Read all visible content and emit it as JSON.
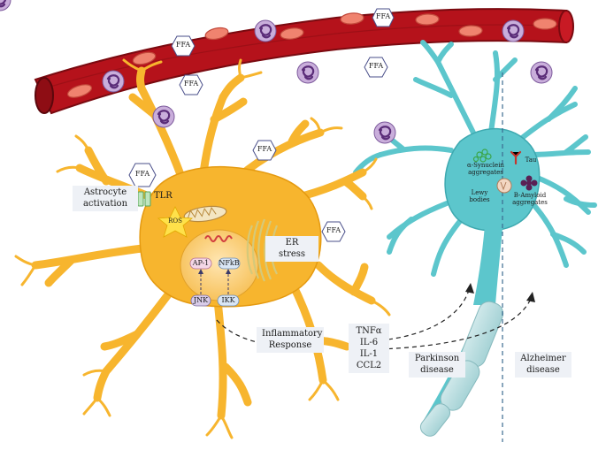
{
  "labels": {
    "ffa": "FFA",
    "tlr": "TLR",
    "astrocyte_activation": "Astrocyte activation",
    "ros": "ROS",
    "er_stress": "ER stress",
    "ap1": "AP-1",
    "nfkb": "NFkB",
    "jnk": "JNK",
    "ikk": "IKK",
    "inflammatory_response": "Inflammatory Response",
    "cytokines": [
      "TNFα",
      "IL-6",
      "IL-1",
      "CCL2"
    ],
    "alpha_synuclein": "α-Synuclein aggregates",
    "lewy_bodies": "Lewy bodies",
    "tau": "Tau",
    "b_amyloid": "B-Amyloid aggregates",
    "parkinson": "Parkinson disease",
    "alzheimer": "Alzheimer disease"
  },
  "colors": {
    "vessel": "#b5121b",
    "vessel_dark": "#7a0a10",
    "rbc": "#f0836f",
    "astrocyte": "#f7b52e",
    "astrocyte_edge": "#e59a10",
    "neuron": "#5cc6cc",
    "neuron_edge": "#3ea9b0",
    "immune_cell": "#c9aedb",
    "immune_dark": "#5a2c78",
    "ffa_fill": "#ffffff",
    "ffa_stroke": "#4a4f8a",
    "label_box": "#eef1f6"
  }
}
